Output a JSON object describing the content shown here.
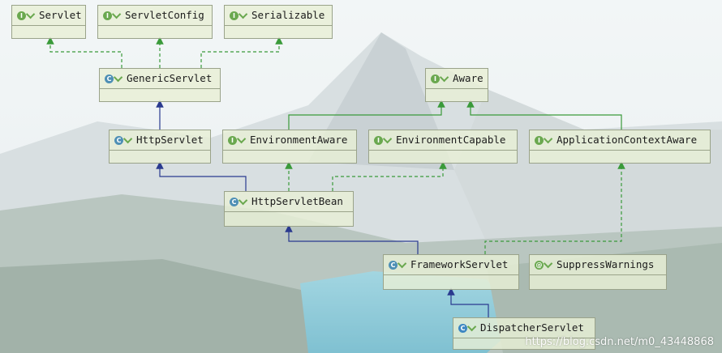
{
  "nodes": {
    "servlet": "Servlet",
    "servlet_config": "ServletConfig",
    "serializable": "Serializable",
    "generic_servlet": "GenericServlet",
    "aware": "Aware",
    "http_servlet": "HttpServlet",
    "environment_aware": "EnvironmentAware",
    "environment_capable": "EnvironmentCapable",
    "application_context_aware": "ApplicationContextAware",
    "http_servlet_bean": "HttpServletBean",
    "framework_servlet": "FrameworkServlet",
    "suppress_warnings": "SuppressWarnings",
    "dispatcher_servlet": "DispatcherServlet"
  },
  "icons": {
    "interface": "interface-icon",
    "abstract_class": "abstract-class-icon",
    "class": "class-icon",
    "annotation": "annotation-icon"
  },
  "colors": {
    "extends_edge": "#2a3a8f",
    "implements_edge": "#3a9a3a",
    "node_fill": "#e8efd6"
  },
  "watermark": "https://blog.csdn.net/m0_43448868"
}
